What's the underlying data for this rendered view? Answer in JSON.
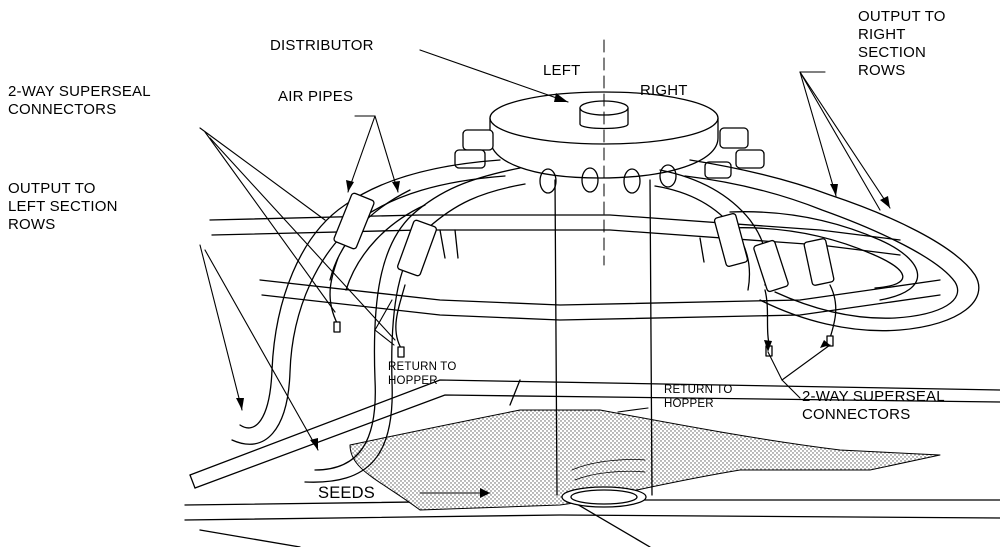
{
  "labels": {
    "distributor": "DISTRIBUTOR",
    "left": "LEFT",
    "right": "RIGHT",
    "air_pipes": "AIR PIPES",
    "connectors_left": [
      "2-WAY SUPERSEAL",
      "CONNECTORS"
    ],
    "output_left": [
      "OUTPUT TO",
      "LEFT SECTION",
      "ROWS"
    ],
    "output_right": [
      "OUTPUT TO",
      "RIGHT",
      "SECTION",
      "ROWS"
    ],
    "return_left": [
      "RETURN TO",
      "HOPPER"
    ],
    "return_right": [
      "RETURN TO",
      "HOPPER"
    ],
    "connectors_right": [
      "2-WAY SUPERSEAL",
      "CONNECTORS"
    ],
    "seeds": "SEEDS"
  },
  "colors": {
    "ink": "#000000",
    "paper": "#ffffff",
    "seed_fill": "#d8d8d8"
  }
}
